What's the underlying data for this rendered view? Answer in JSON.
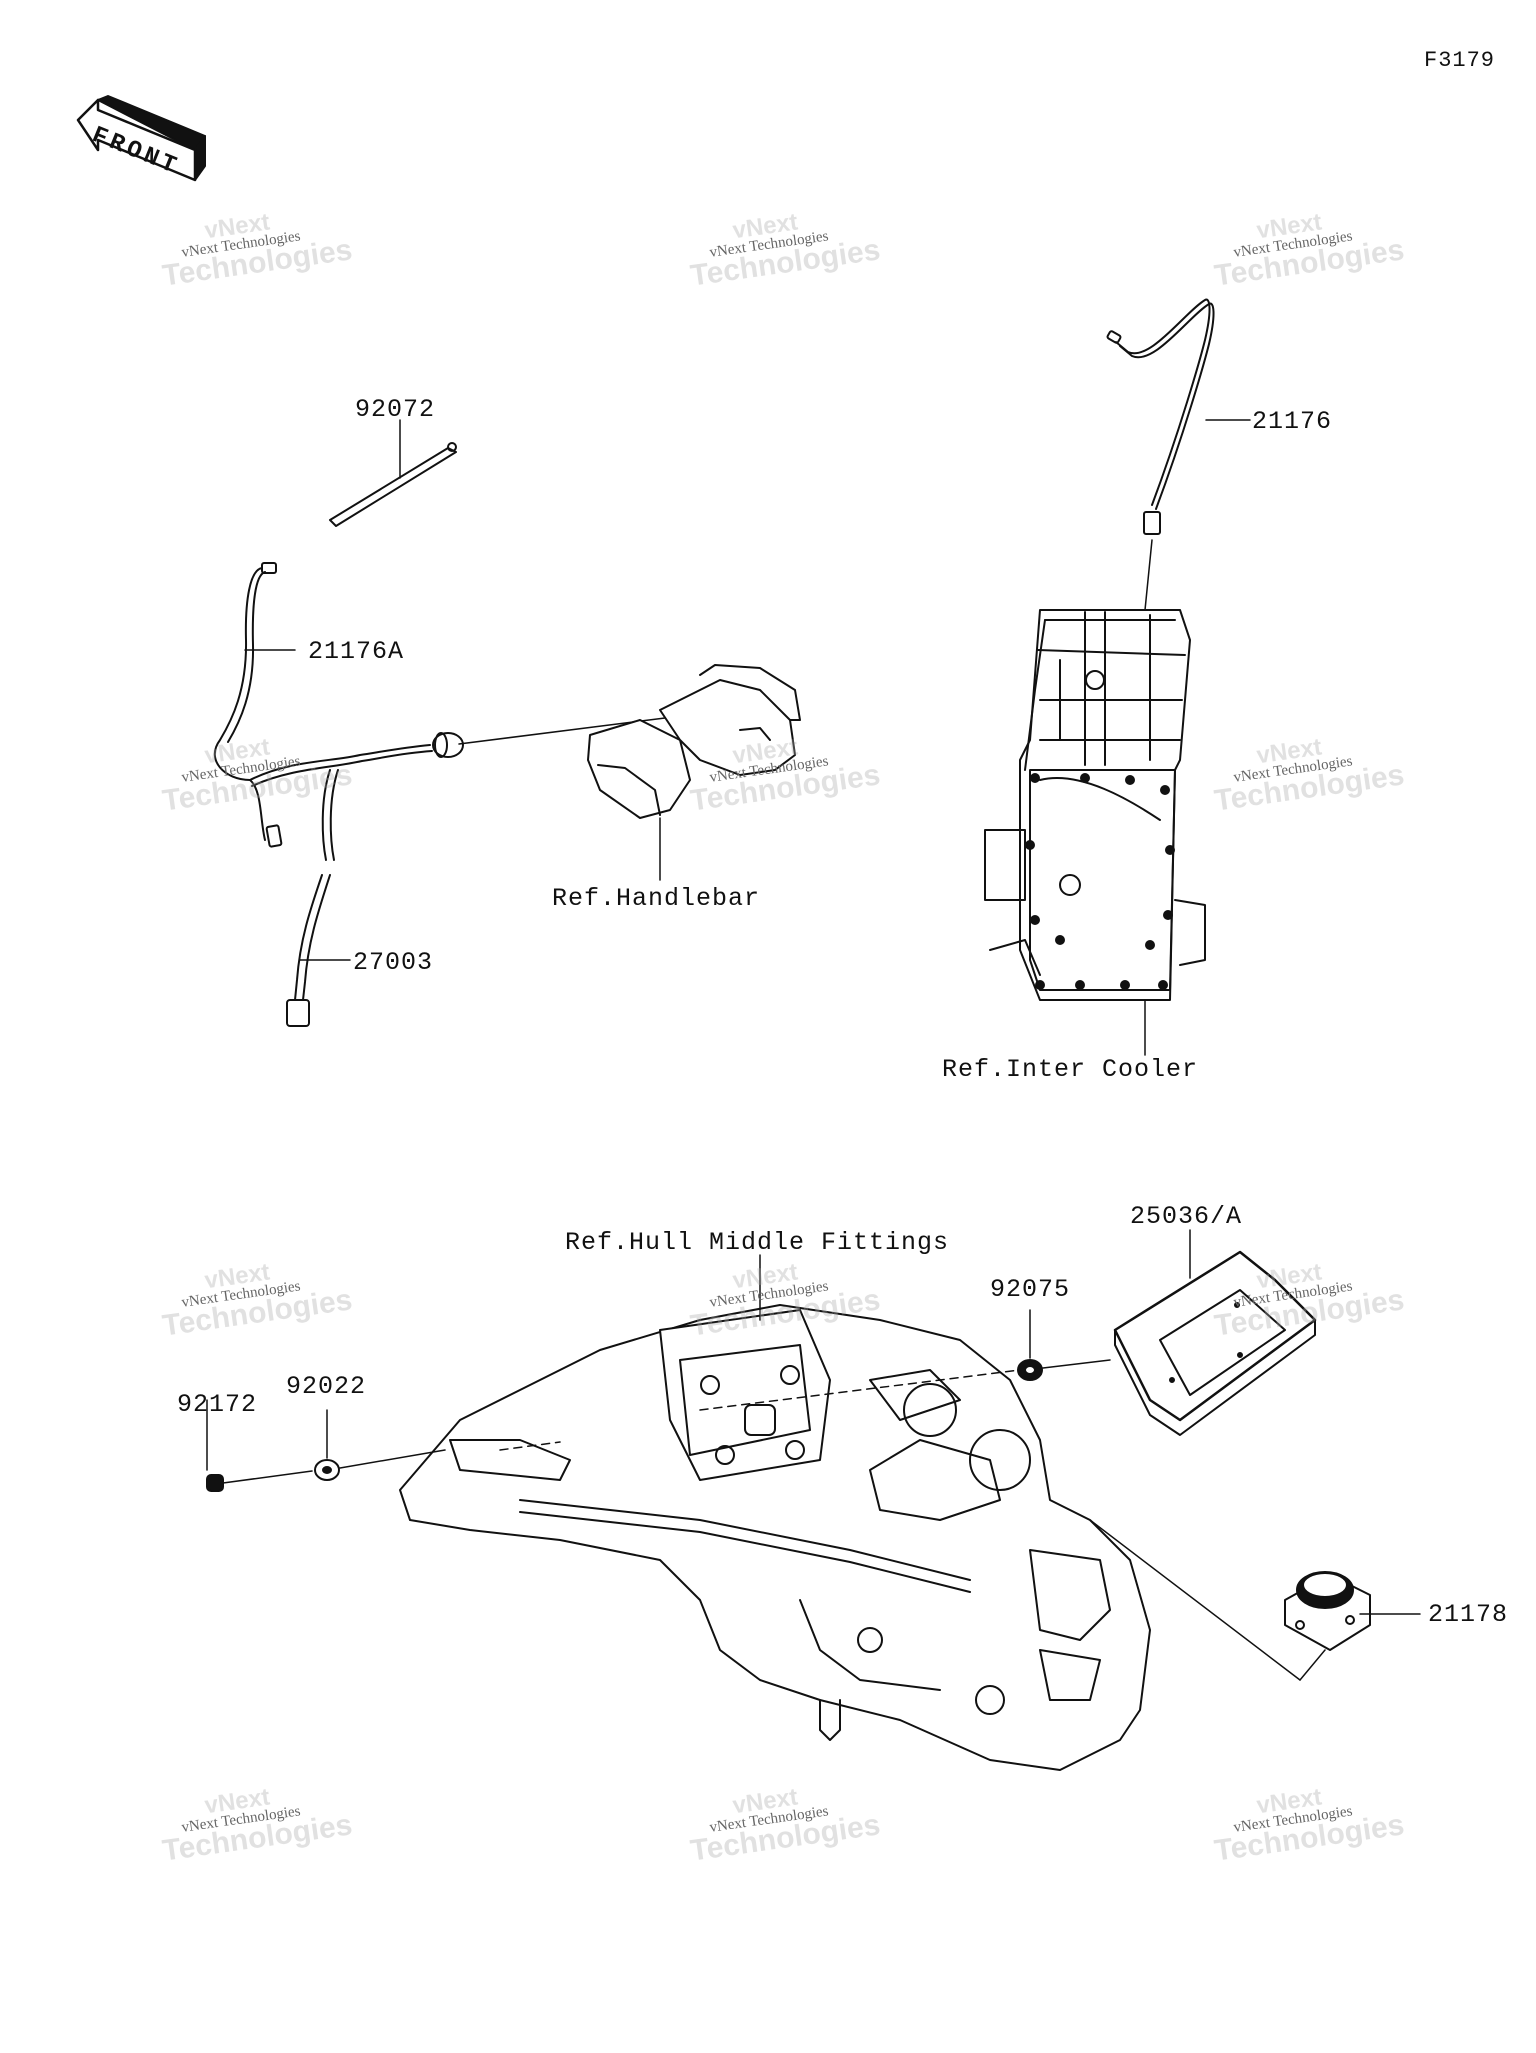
{
  "figure_code": "F3179",
  "front_arrow_label": "FRONT",
  "watermark": {
    "brand": "vNext",
    "line1": "vNext Technologies",
    "line2": "Technologies"
  },
  "parts": {
    "p92072": "92072",
    "p21176A": "21176A",
    "p27003": "27003",
    "p21176": "21176",
    "p25036A": "25036/A",
    "p92075": "92075",
    "p92172": "92172",
    "p92022": "92022",
    "p21178": "21178"
  },
  "refs": {
    "handlebar": "Ref.Handlebar",
    "inter_cooler": "Ref.Inter Cooler",
    "hull_middle": "Ref.Hull Middle Fittings"
  },
  "colors": {
    "line": "#111111",
    "watermark": "#aaaaaa"
  }
}
